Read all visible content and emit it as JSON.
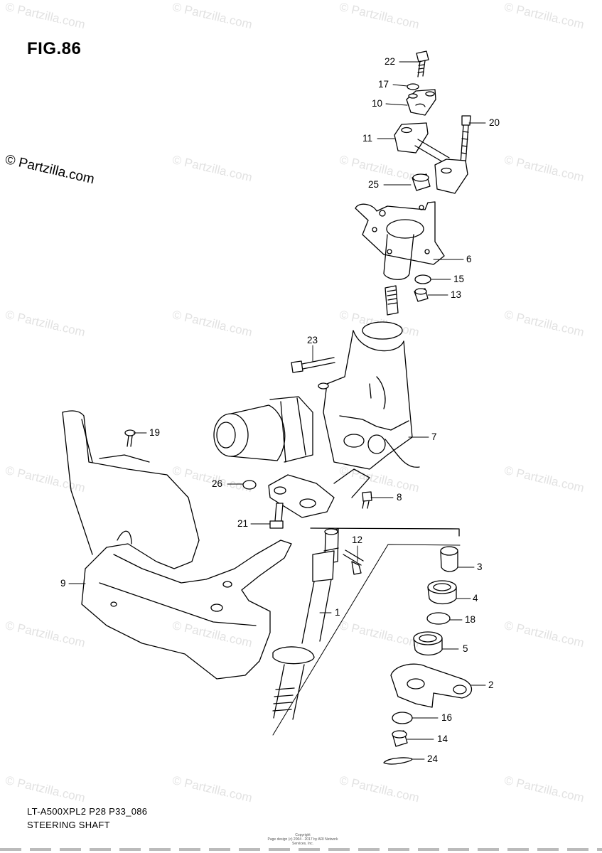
{
  "figure": {
    "title": "FIG.86",
    "copyright_notice": "© Partzilla.com",
    "watermark_text": "© Partzilla.com",
    "model_code": "LT-A500XPL2 P28 P33_086",
    "caption": "STEERING SHAFT",
    "fine_print": [
      "Copyright",
      "Page design (c) 2004 - 2017 by ARI Network Services, Inc."
    ]
  },
  "callouts": [
    {
      "id": "22",
      "label": "22"
    },
    {
      "id": "17",
      "label": "17"
    },
    {
      "id": "10",
      "label": "10"
    },
    {
      "id": "20",
      "label": "20"
    },
    {
      "id": "11",
      "label": "11"
    },
    {
      "id": "25",
      "label": "25"
    },
    {
      "id": "6",
      "label": "6"
    },
    {
      "id": "15",
      "label": "15"
    },
    {
      "id": "13",
      "label": "13"
    },
    {
      "id": "23",
      "label": "23"
    },
    {
      "id": "19",
      "label": "19"
    },
    {
      "id": "7",
      "label": "7"
    },
    {
      "id": "26",
      "label": "26"
    },
    {
      "id": "8",
      "label": "8"
    },
    {
      "id": "21",
      "label": "21"
    },
    {
      "id": "12",
      "label": "12"
    },
    {
      "id": "3",
      "label": "3"
    },
    {
      "id": "9",
      "label": "9"
    },
    {
      "id": "4",
      "label": "4"
    },
    {
      "id": "1",
      "label": "1"
    },
    {
      "id": "18",
      "label": "18"
    },
    {
      "id": "5",
      "label": "5"
    },
    {
      "id": "2",
      "label": "2"
    },
    {
      "id": "16",
      "label": "16"
    },
    {
      "id": "14",
      "label": "14"
    },
    {
      "id": "24",
      "label": "24"
    }
  ],
  "colors": {
    "line": "#000000",
    "watermark": "#e2e2e2",
    "background": "#ffffff"
  }
}
